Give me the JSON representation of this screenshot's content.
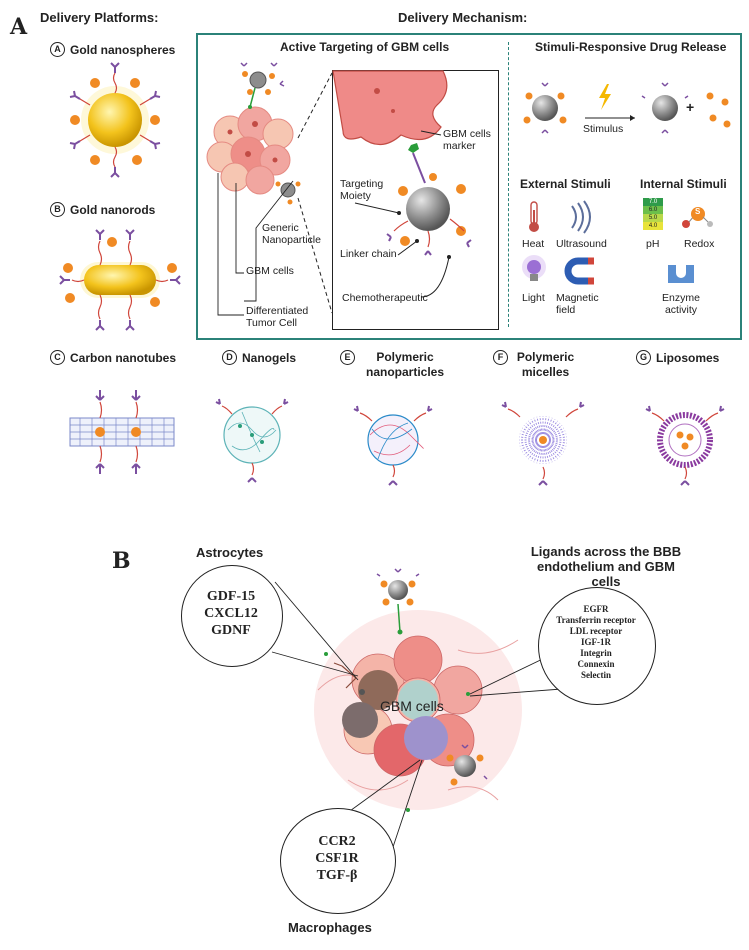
{
  "panel_a": {
    "letter": "A",
    "delivery_platforms_title": "Delivery Platforms:",
    "delivery_mechanism_title": "Delivery Mechanism:",
    "platforms": [
      {
        "tag": "A",
        "label": "Gold nanospheres"
      },
      {
        "tag": "B",
        "label": "Gold nanorods"
      },
      {
        "tag": "C",
        "label": "Carbon nanotubes"
      },
      {
        "tag": "D",
        "label": "Nanogels"
      },
      {
        "tag": "E",
        "label": "Polymeric nanoparticles"
      },
      {
        "tag": "F",
        "label": "Polymeric micelles"
      },
      {
        "tag": "G",
        "label": "Liposomes"
      }
    ],
    "active_targeting": {
      "title": "Active Targeting of GBM cells",
      "labels": {
        "gbm_marker": "GBM cells marker",
        "targeting_moiety": "Targeting Moiety",
        "generic_np": "Generic Nanoparticle",
        "linker": "Linker chain",
        "gbm_cells": "GBM cells",
        "chemo": "Chemotherapeutic",
        "differentiated": "Differentiated Tumor Cell"
      }
    },
    "stimuli": {
      "title": "Stimuli-Responsive Drug Release",
      "stimulus_label": "Stimulus",
      "plus": "+",
      "external_title": "External Stimuli",
      "internal_title": "Internal Stimuli",
      "external": [
        "Heat",
        "Ultrasound",
        "Light",
        "Magnetic field"
      ],
      "internal": [
        "pH",
        "Redox",
        "Enzyme activity"
      ],
      "ph_values": [
        "7.0",
        "6.0",
        "5.0",
        "4.0"
      ],
      "redox_letter": "S"
    }
  },
  "panel_b": {
    "letter": "B",
    "astrocytes_title": "Astrocytes",
    "astrocytes_items": [
      "GDF-15",
      "CXCL12",
      "GDNF"
    ],
    "ligands_title": "Ligands across the BBB endothelium and GBM cells",
    "ligands_items": [
      "EGFR",
      "Transferrin receptor",
      "LDL receptor",
      "IGF-1R",
      "Integrin",
      "Connexin",
      "Selectin"
    ],
    "center_label": "GBM cells",
    "macrophages_title": "Macrophages",
    "macrophages_items": [
      "CCR2",
      "CSF1R",
      "TGF-β"
    ]
  },
  "colors": {
    "teal_border": "#2b8279",
    "gold": "#f3c31c",
    "orange_drug": "#f08a24",
    "purple_antibody": "#7b4fa0",
    "linker_red": "#d0463b",
    "tumor_pink": "#f1a6a0",
    "np_grey": "#8d8d8d"
  }
}
